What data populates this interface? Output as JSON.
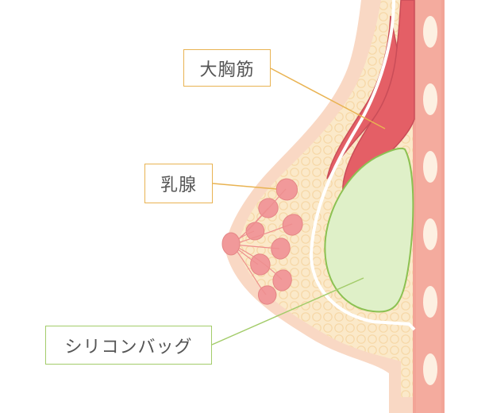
{
  "labels": {
    "pectoralis_major": "大胸筋",
    "mammary_gland": "乳腺",
    "silicone_bag": "シリコンバッグ"
  },
  "colors": {
    "skin": "#f9d8c4",
    "fat": "#fbe9c9",
    "fat_dots": "#f6d7a6",
    "chest_wall": "#f2a497",
    "rib": "#fdf0e2",
    "muscle": "#e45f66",
    "muscle_outline": "#c94d58",
    "gland": "#f1999a",
    "implant_fill": "#dff0c8",
    "implant_outline": "#8cc152",
    "leader_orange": "#e9b352",
    "leader_green": "#a3cc6a"
  }
}
